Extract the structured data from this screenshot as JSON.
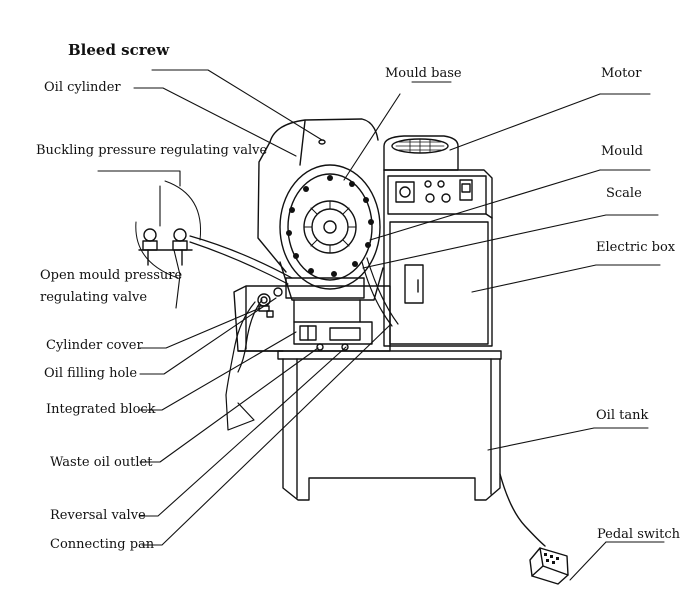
{
  "diagram": {
    "labels": {
      "bleed_screw": "Bleed screw",
      "oil_cylinder": "Oil cylinder",
      "buckling_valve": "Buckling pressure  regulating valve",
      "open_mould_valve_line1": "Open mould pressure",
      "open_mould_valve_line2": "regulating valve",
      "cylinder_cover": "Cylinder cover",
      "oil_filling_hole": "Oil filling hole",
      "integrated_block": "Integrated block",
      "waste_oil_outlet": "Waste oil outlet",
      "reversal_valve": "Reversal valve",
      "connecting_pan": "Connecting pan",
      "mould_base": "Mould base",
      "motor": "Motor",
      "mould": "Mould",
      "scale": "Scale",
      "electric_box": "Electric box",
      "oil_tank": "Oil tank",
      "pedal_switch": "Pedal switch"
    },
    "colors": {
      "line": "#111111",
      "background": "#ffffff"
    }
  }
}
